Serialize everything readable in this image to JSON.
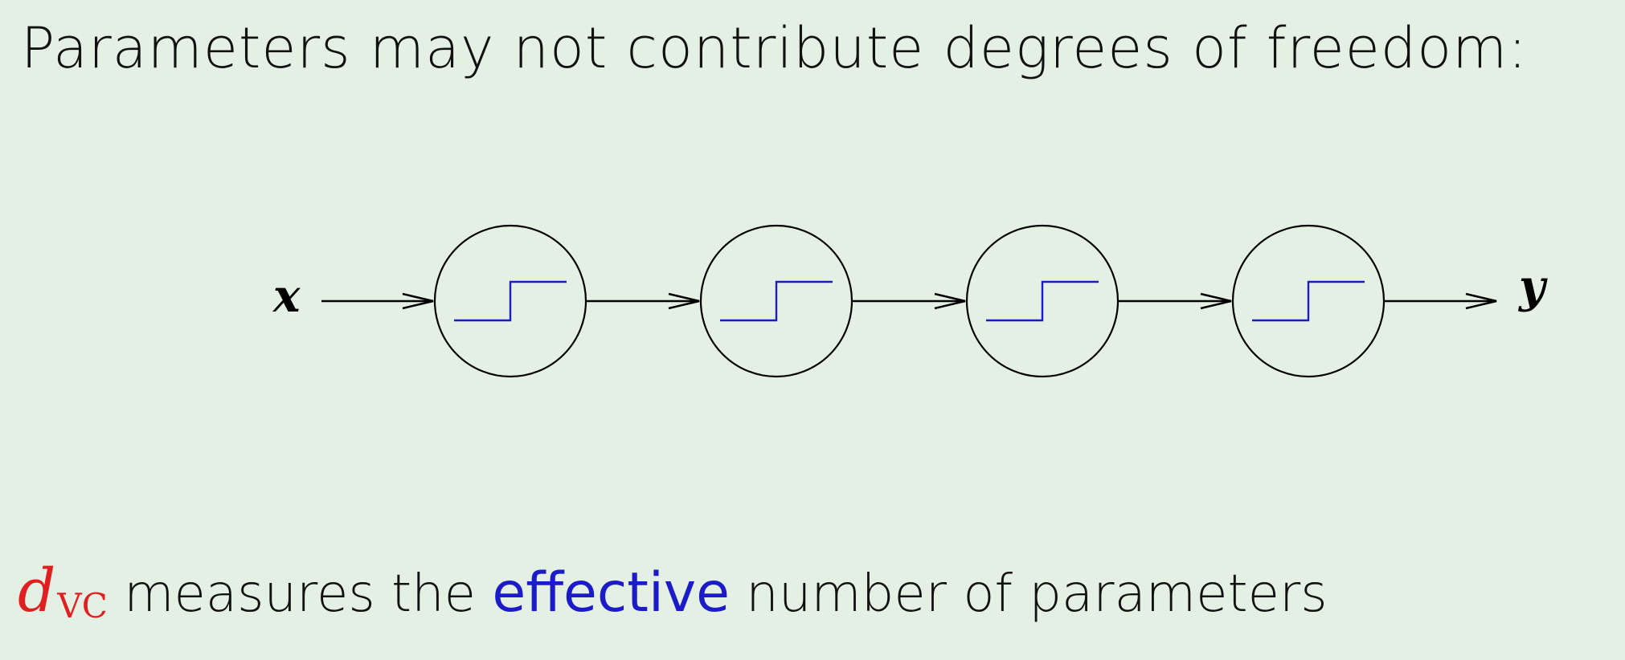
{
  "title": "Parameters may not contribute degrees of freedom:",
  "diagram": {
    "input_label": "x",
    "output_label": "y",
    "units": [
      {
        "type": "step-unit"
      },
      {
        "type": "step-unit"
      },
      {
        "type": "step-unit"
      },
      {
        "type": "step-unit"
      }
    ],
    "colors": {
      "step": "#1b1bc8",
      "stroke": "#000000"
    }
  },
  "footer": {
    "dvc_symbol": "d",
    "dvc_subscript": "VC",
    "text_before": " measures the ",
    "highlight": "effective",
    "text_after": " number of parameters"
  },
  "colors": {
    "background": "#e5f0e4",
    "dvc": "#e02020",
    "highlight": "#1b1bc8"
  }
}
